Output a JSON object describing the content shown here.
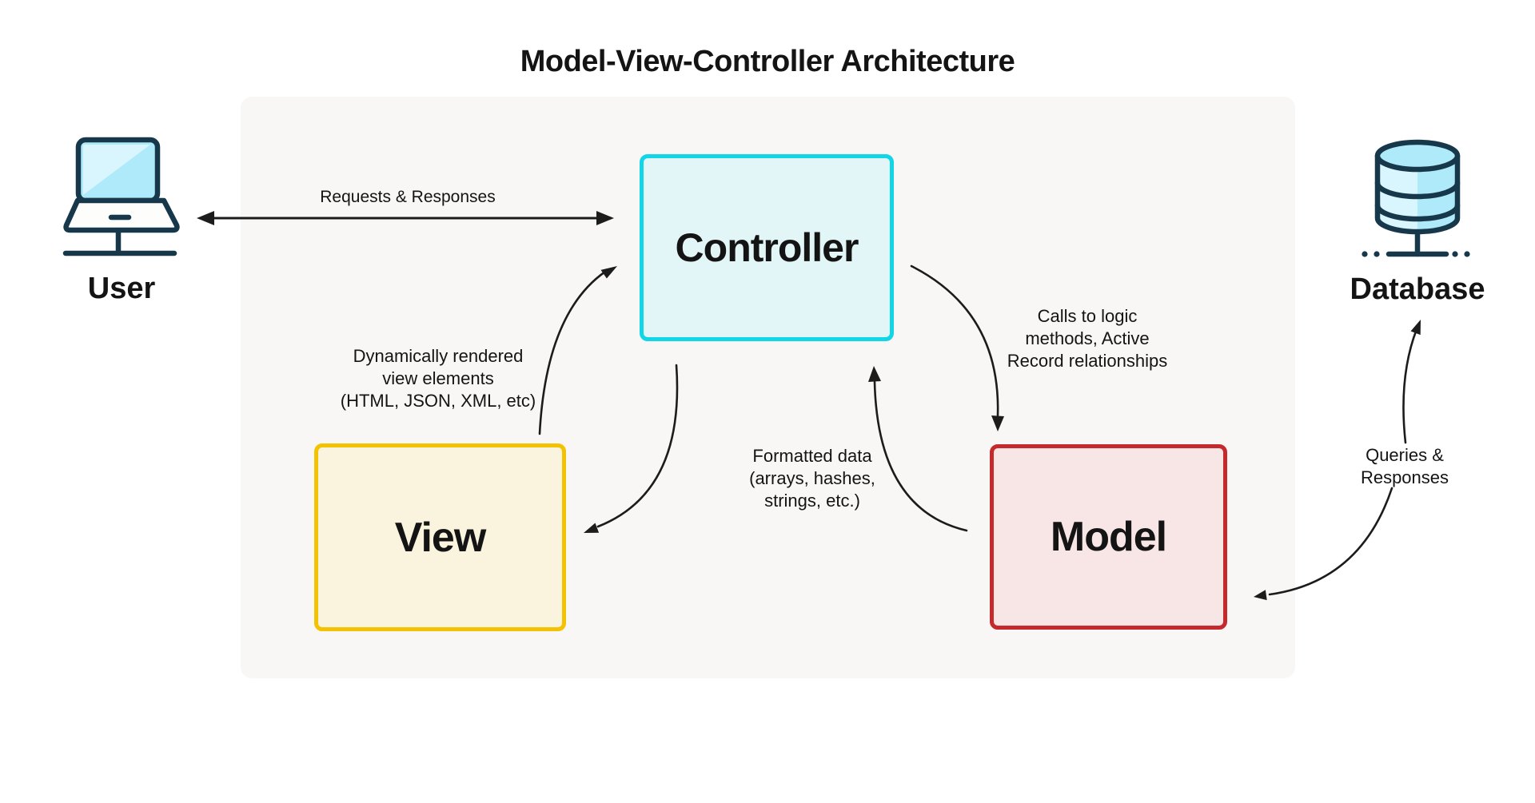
{
  "title": "Model-View-Controller Architecture",
  "nodes": {
    "controller": {
      "label": "Controller",
      "border_color": "#10d6e8",
      "fill_color": "#e2f6f8"
    },
    "view": {
      "label": "View",
      "border_color": "#f3c202",
      "fill_color": "#faf3de"
    },
    "model": {
      "label": "Model",
      "border_color": "#c5292b",
      "fill_color": "#f8e6e6"
    },
    "user": {
      "label": "User",
      "icon": "laptop-icon"
    },
    "database": {
      "label": "Database",
      "icon": "database-cylinder-icon"
    }
  },
  "edges": {
    "user_controller": {
      "label": "Requests & Responses",
      "direction": "bidirectional"
    },
    "view_controller": {
      "lines": [
        "Dynamically rendered",
        "view elements",
        "(HTML, JSON, XML, etc)"
      ]
    },
    "controller_model": {
      "lines": [
        "Calls to logic",
        "methods, Active",
        "Record relationships"
      ]
    },
    "model_controller": {
      "lines": [
        "Formatted data",
        "(arrays, hashes,",
        "strings, etc.)"
      ]
    },
    "model_database": {
      "lines": [
        "Queries &",
        "Responses"
      ]
    }
  },
  "colors": {
    "panel_bg": "#f8f7f5",
    "controller_border": "#10d6e8",
    "controller_bg": "#e2f6f8",
    "view_border": "#f3c202",
    "view_bg": "#faf3de",
    "model_border": "#c5292b",
    "model_bg": "#f8e6e6",
    "icon_outline": "#16384a",
    "icon_fill": "#aeeafa",
    "icon_fill_light": "#d9f5fd",
    "arrow": "#1c1c1c",
    "text": "#141414"
  }
}
